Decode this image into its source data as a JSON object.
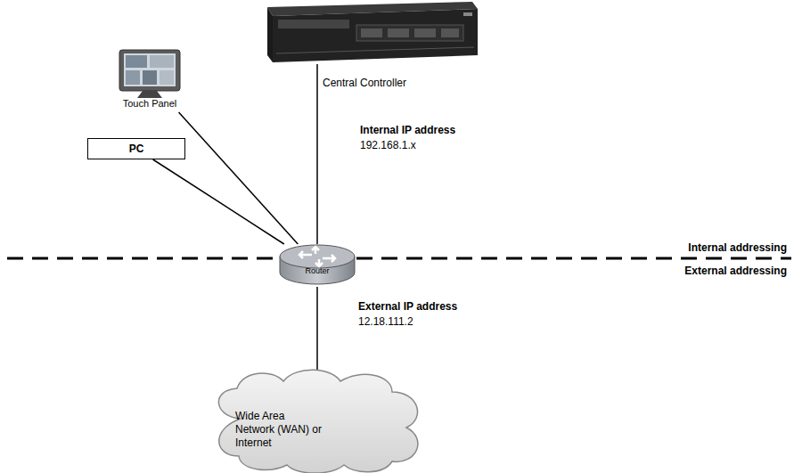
{
  "diagram": {
    "nodes": [
      {
        "text": [
          "Central Controller"
        ]
      },
      {
        "text": [
          "Touch Panel"
        ]
      },
      {
        "text": [
          "PC"
        ]
      },
      {
        "text": [
          "Router"
        ]
      },
      {
        "text": [
          "Wide Area Network (WAN) or Internet"
        ]
      }
    ],
    "edges": [
      {
        "from": 1,
        "to": 3,
        "arrow": "none"
      },
      {
        "from": 2,
        "to": 3,
        "arrow": "none"
      },
      {
        "from": 0,
        "to": 3,
        "arrow": "none"
      },
      {
        "from": 3,
        "to": 4,
        "arrow": "none"
      }
    ],
    "labels": [
      "Internal IP address",
      "192.168.1.x",
      "Internal addressing",
      "External addressing",
      "External IP address",
      "12.18.111.2"
    ]
  }
}
